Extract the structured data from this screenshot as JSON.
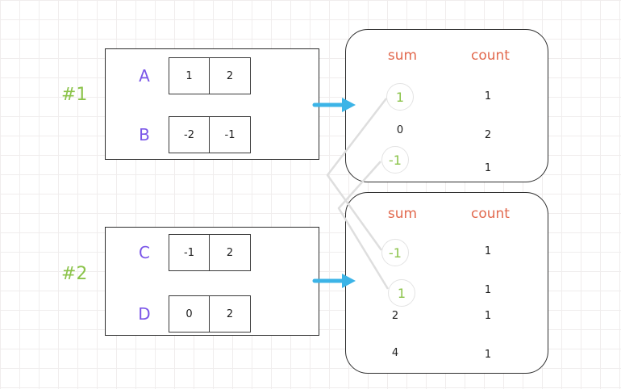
{
  "colors": {
    "purple_array_name": "#7a55e8",
    "green_highlight": "#8bc34a",
    "orange_header": "#e2694e",
    "arrow_blue": "#3cb4e7",
    "match_line_gray": "#dedede"
  },
  "group1": {
    "label": "#1",
    "arrays": [
      {
        "name": "A",
        "cells": [
          "1",
          "2"
        ]
      },
      {
        "name": "B",
        "cells": [
          "-2",
          "-1"
        ]
      }
    ]
  },
  "group2": {
    "label": "#2",
    "arrays": [
      {
        "name": "C",
        "cells": [
          "-1",
          "2"
        ]
      },
      {
        "name": "D",
        "cells": [
          "0",
          "2"
        ]
      }
    ]
  },
  "table1": {
    "sum_header": "sum",
    "count_header": "count",
    "rows": [
      {
        "sum": "1",
        "count": "1",
        "highlight": true
      },
      {
        "sum": "0",
        "count": "2",
        "highlight": false
      },
      {
        "sum": "-1",
        "count": "1",
        "highlight": true
      }
    ]
  },
  "table2": {
    "sum_header": "sum",
    "count_header": "count",
    "rows": [
      {
        "sum": "-1",
        "count": "1",
        "highlight": true
      },
      {
        "sum": "1",
        "count": "1",
        "highlight": true
      },
      {
        "sum": "2",
        "count": "1",
        "highlight": false
      },
      {
        "sum": "4",
        "count": "1",
        "highlight": false
      }
    ]
  }
}
